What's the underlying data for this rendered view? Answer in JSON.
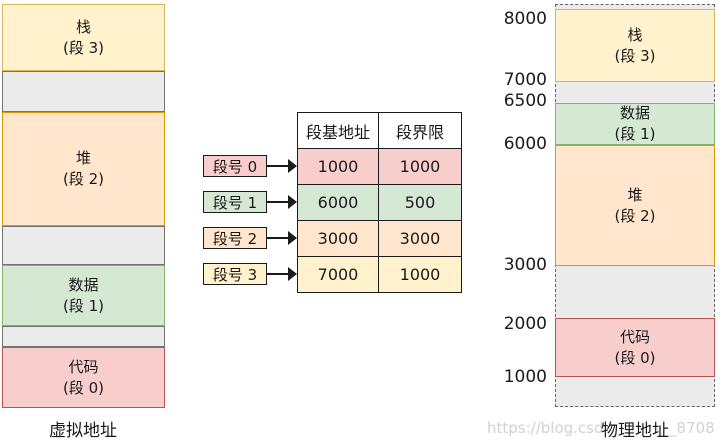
{
  "palette": {
    "yellow_fill": "#FFF2CC",
    "yellow_stroke": "#D6B656",
    "orange_fill": "#FFE6CC",
    "orange_stroke": "#D79B00",
    "green_fill": "#D5E8D4",
    "green_stroke": "#82B366",
    "red_fill": "#F8CECC",
    "red_stroke": "#B85450",
    "gray_fill": "#EBEBEB",
    "gray_stroke": "#737373",
    "text": "#1A1A1A",
    "watermark": "#D2D2D2"
  },
  "virtual_column": {
    "caption": "虚拟地址",
    "blocks": [
      {
        "name": "栈",
        "seg": "(段 3)",
        "color": "yellow"
      },
      {
        "name": "堆",
        "seg": "(段 2)",
        "color": "orange"
      },
      {
        "name": "数据",
        "seg": "(段 1)",
        "color": "green"
      },
      {
        "name": "代码",
        "seg": "(段 0)",
        "color": "red"
      }
    ]
  },
  "segment_table": {
    "col_headers": [
      "段基地址",
      "段界限"
    ],
    "rows": [
      {
        "seg_label": "段号 0",
        "color": "red",
        "base": "1000",
        "limit": "1000"
      },
      {
        "seg_label": "段号 1",
        "color": "green",
        "base": "6000",
        "limit": "500"
      },
      {
        "seg_label": "段号 2",
        "color": "orange",
        "base": "3000",
        "limit": "3000"
      },
      {
        "seg_label": "段号 3",
        "color": "yellow",
        "base": "7000",
        "limit": "1000"
      }
    ]
  },
  "physical_column": {
    "caption": "物理地址",
    "address_labels": [
      "8000",
      "7000",
      "6500",
      "6000",
      "3000",
      "2000",
      "1000"
    ],
    "blocks": [
      {
        "name": "栈",
        "seg": "(段 3)",
        "color": "yellow",
        "range": "7000-8000"
      },
      {
        "name": "数据",
        "seg": "(段 1)",
        "color": "green",
        "range": "6000-6500"
      },
      {
        "name": "堆",
        "seg": "(段 2)",
        "color": "orange",
        "range": "3000-6000"
      },
      {
        "name": "代码",
        "seg": "(段 0)",
        "color": "red",
        "range": "1000-2000"
      }
    ]
  },
  "watermark": {
    "prefix": "https://blog.csd",
    "suffix": "_8708"
  }
}
